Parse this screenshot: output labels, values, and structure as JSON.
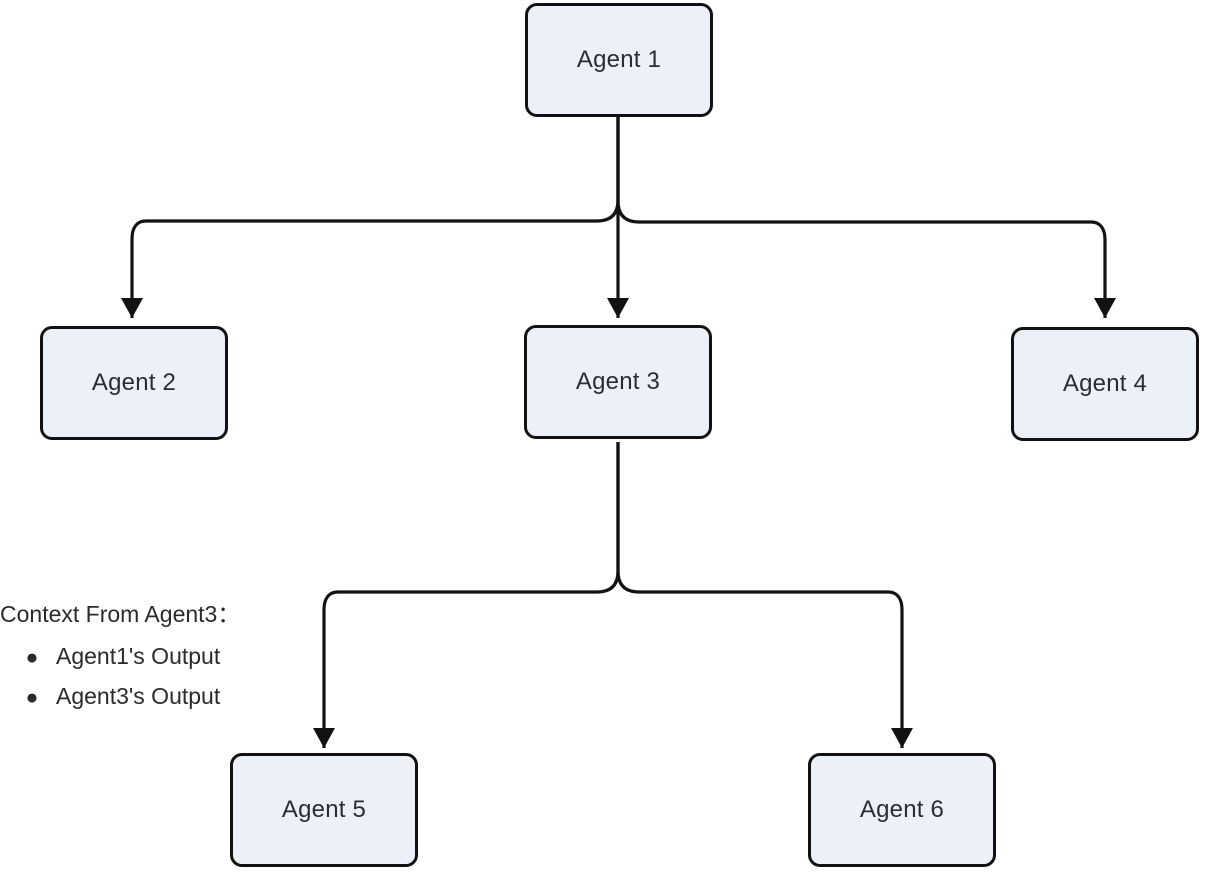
{
  "diagram": {
    "type": "flowchart-top-down",
    "colors": {
      "background": "#ffffff",
      "node_fill": "#ecf0f9",
      "node_border": "#121212",
      "edge": "#121212",
      "text": "#2b2d33"
    },
    "nodes": {
      "agent1": {
        "label": "Agent 1"
      },
      "agent2": {
        "label": "Agent 2"
      },
      "agent3": {
        "label": "Agent 3"
      },
      "agent4": {
        "label": "Agent 4"
      },
      "agent5": {
        "label": "Agent 5"
      },
      "agent6": {
        "label": "Agent 6"
      }
    },
    "edges": [
      {
        "from": "agent1",
        "to": "agent2"
      },
      {
        "from": "agent1",
        "to": "agent3"
      },
      {
        "from": "agent1",
        "to": "agent4"
      },
      {
        "from": "agent3",
        "to": "agent5"
      },
      {
        "from": "agent3",
        "to": "agent6"
      }
    ],
    "annotation": {
      "title": "Context From Agent3：",
      "bullets": [
        "Agent1's Output",
        "Agent3's Output"
      ]
    }
  }
}
